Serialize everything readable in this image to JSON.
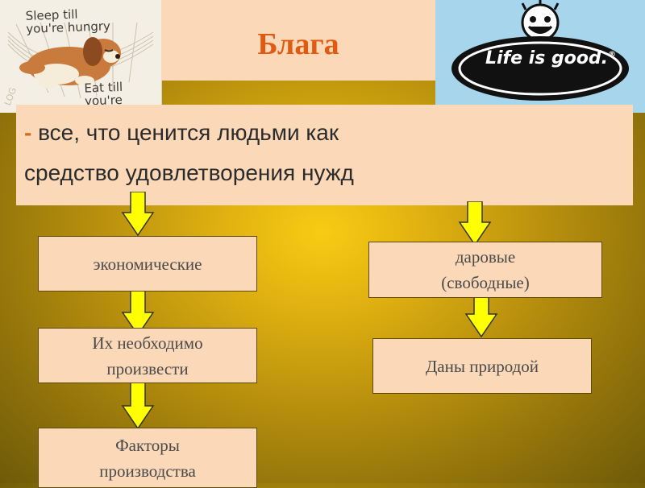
{
  "slide": {
    "title": "Блага",
    "definition": {
      "dash": "-",
      "line1": "все, что ценится людьми  как",
      "line2": "средство удовлетворения нужд"
    },
    "left_image": {
      "text_top": "Sleep till you're hungry",
      "text_bottom": "Eat till you're sleepy",
      "watermark": "LOG"
    },
    "right_image": {
      "logo_text": "Life is good.",
      "registered": "®"
    },
    "branches": {
      "economic": {
        "label": "экономические",
        "step2": {
          "line1": "Их необходимо",
          "line2": "произвести"
        },
        "step3": {
          "line1": "Факторы",
          "line2": "производства"
        }
      },
      "free": {
        "label": {
          "line1": "даровые",
          "line2": "(свободные)"
        },
        "step2": "Даны природой"
      }
    },
    "colors": {
      "background": "#d9aa10",
      "box_fill": "#fbd8b8",
      "title_color": "#e05a12",
      "arrow_fill": "#ffff00"
    }
  }
}
